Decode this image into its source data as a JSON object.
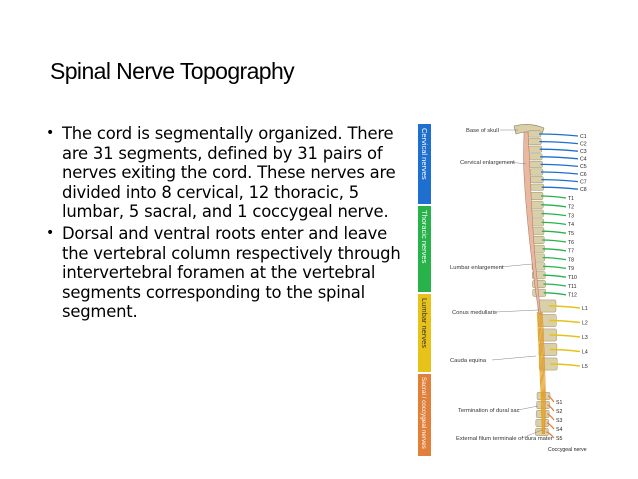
{
  "slide": {
    "title": "Spinal Nerve Topography",
    "bullets": [
      "The cord is segmentally organized. There are 31 segments, defined by 31 pairs of nerves exiting the cord. These nerves are divided into 8 cervical, 12 thoracic, 5 lumbar, 5 sacral, and 1 coccygeal nerve.",
      "Dorsal and ventral roots enter and leave the vertebral column respectively through intervertebral foramen at the vertebral segments corresponding to the spinal segment."
    ]
  },
  "figure": {
    "bands": [
      {
        "label": "Cervical nerves",
        "color": "#1f6fd0"
      },
      {
        "label": "Thoracic nerves",
        "color": "#27b34a"
      },
      {
        "label": "Lumbar nerves",
        "color": "#e7c21a"
      },
      {
        "label": "Sacral / coccygeal nerves",
        "color": "#e0803a"
      }
    ],
    "annotations": {
      "base_of_skull": "Base of skull",
      "cervical_enlargement": "Cervical enlargement",
      "lumbar_enlargement": "Lumbar enlargement",
      "conus_medullaris": "Conus medullaris",
      "cauda_equina": "Cauda equina",
      "termination_dural_sac": "Termination of dural sac",
      "external_filum": "External filum terminale of dura mater",
      "coccygeal_nerve": "Coccygeal nerve"
    },
    "nerves": {
      "cervical": [
        "C1",
        "C2",
        "C3",
        "C4",
        "C5",
        "C6",
        "C7",
        "C8"
      ],
      "thoracic": [
        "T1",
        "T2",
        "T3",
        "T4",
        "T5",
        "T6",
        "T7",
        "T8",
        "T9",
        "T10",
        "T11",
        "T12"
      ],
      "lumbar": [
        "L1",
        "L2",
        "L3",
        "L4",
        "L5"
      ],
      "sacral": [
        "S1",
        "S2",
        "S3",
        "S4",
        "S5"
      ]
    },
    "colors": {
      "cervical": "#1f6fd0",
      "thoracic": "#27b34a",
      "lumbar": "#e7c21a",
      "sacral": "#e0803a",
      "bone": "#d9cfa8",
      "cord": "#e8b8a0"
    }
  }
}
